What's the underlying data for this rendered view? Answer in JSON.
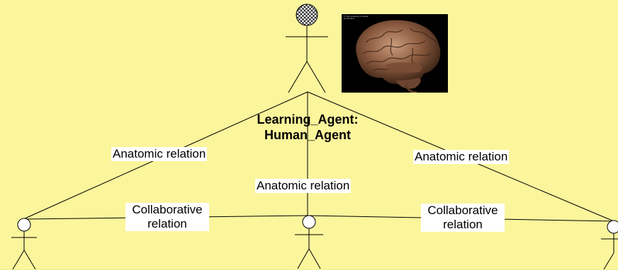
{
  "colors": {
    "background": "#fbf59c",
    "line": "#000000",
    "label_background": "#ffffff",
    "head_fill": "#ffffff",
    "photo_background": "#000000",
    "brain_base": "#8a5a3f",
    "brain_highlight": "#c99b7b",
    "brain_shadow": "#3d2416"
  },
  "learning_agent": {
    "label": "Learning_Agent:\nHuman_Agent",
    "head_pattern": "crosshatch"
  },
  "agents": [
    {
      "id": "agent-left",
      "head_pattern": "plain"
    },
    {
      "id": "agent-center",
      "head_pattern": "plain"
    },
    {
      "id": "agent-right",
      "head_pattern": "plain"
    }
  ],
  "relations": {
    "anatomic_left": "Anatomic relation",
    "anatomic_center": "Anatomic relation",
    "anatomic_right": "Anatomic relation",
    "collaborative_left": "Collaborative\nrelation",
    "collaborative_right": "Collaborative\nrelation"
  },
  "photo": {
    "icon": "brain-photo",
    "caption": "© The University of Texas\nat Houston..."
  }
}
